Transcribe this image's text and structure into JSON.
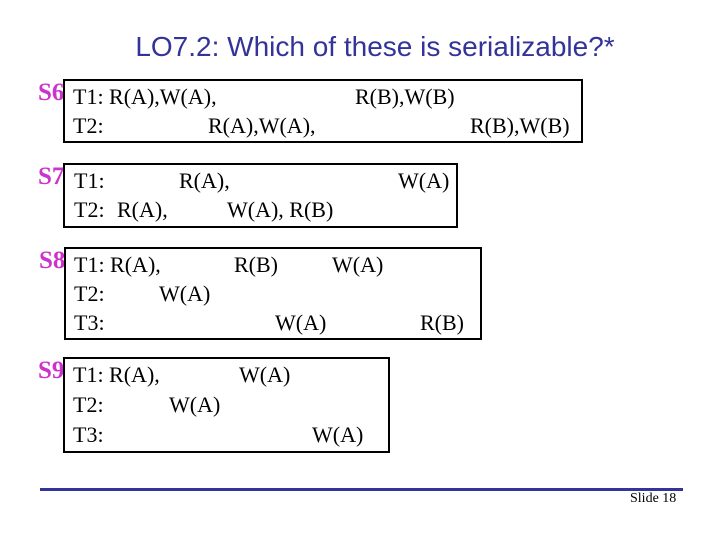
{
  "title": "LO7.2: Which of these is serializable?*",
  "colors": {
    "title_text": "#333399",
    "schedule_label": "#cc33cc",
    "box_border": "#000000",
    "box_text": "#000000",
    "footer_rule": "#333399"
  },
  "schedules": [
    {
      "label": "S6",
      "rows": [
        {
          "segments": [
            {
              "text": "T1: R(A),W(A),"
            },
            {
              "text": "R(B),W(B)"
            }
          ]
        },
        {
          "segments": [
            {
              "text": "T2:"
            },
            {
              "text": "R(A),W(A),"
            },
            {
              "text": "R(B),W(B)"
            }
          ]
        }
      ]
    },
    {
      "label": "S7",
      "rows": [
        {
          "segments": [
            {
              "text": "T1:"
            },
            {
              "text": "R(A),"
            },
            {
              "text": "W(A)"
            }
          ]
        },
        {
          "segments": [
            {
              "text": "T2:"
            },
            {
              "text": "R(A),"
            },
            {
              "text": "W(A), R(B)"
            }
          ]
        }
      ]
    },
    {
      "label": "S8",
      "rows": [
        {
          "segments": [
            {
              "text": "T1: R(A),"
            },
            {
              "text": "R(B)"
            },
            {
              "text": "W(A)"
            }
          ]
        },
        {
          "segments": [
            {
              "text": "T2:"
            },
            {
              "text": "W(A)"
            }
          ]
        },
        {
          "segments": [
            {
              "text": "T3:"
            },
            {
              "text": "W(A)"
            },
            {
              "text": "R(B)"
            }
          ]
        }
      ]
    },
    {
      "label": "S9",
      "rows": [
        {
          "segments": [
            {
              "text": "T1: R(A),"
            },
            {
              "text": "W(A)"
            }
          ]
        },
        {
          "segments": [
            {
              "text": "T2:"
            },
            {
              "text": "W(A)"
            }
          ]
        },
        {
          "segments": [
            {
              "text": "T3:"
            },
            {
              "text": "W(A)"
            }
          ]
        }
      ]
    }
  ],
  "footer": {
    "slide_number": "Slide 18"
  }
}
